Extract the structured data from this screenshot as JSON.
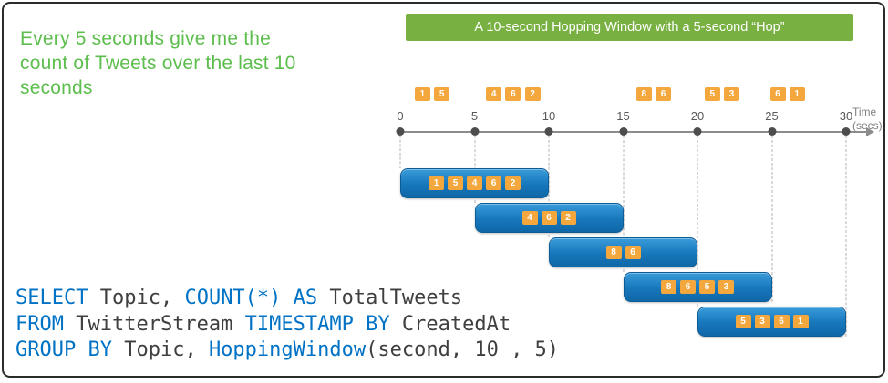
{
  "description": {
    "lines": [
      "Every 5 seconds give me the",
      "count of Tweets over the last 10",
      "seconds"
    ]
  },
  "banner": {
    "label": "A 10-second Hopping Window with a 5-second “Hop”"
  },
  "timeline": {
    "ticks": [
      0,
      5,
      10,
      15,
      20,
      25,
      30
    ],
    "unit_label": "Time",
    "unit_sublabel": "(secs)"
  },
  "events": [
    {
      "value": "1",
      "time": 1.5
    },
    {
      "value": "5",
      "time": 2.8
    },
    {
      "value": "4",
      "time": 6.3
    },
    {
      "value": "6",
      "time": 7.6
    },
    {
      "value": "2",
      "time": 8.9
    },
    {
      "value": "8",
      "time": 16.4
    },
    {
      "value": "6",
      "time": 17.7
    },
    {
      "value": "5",
      "time": 21.0
    },
    {
      "value": "3",
      "time": 22.3
    },
    {
      "value": "6",
      "time": 25.4
    },
    {
      "value": "1",
      "time": 26.7
    }
  ],
  "windows": [
    {
      "start": 0,
      "end": 10,
      "values": [
        "1",
        "5",
        "4",
        "6",
        "2"
      ]
    },
    {
      "start": 5,
      "end": 15,
      "values": [
        "4",
        "6",
        "2"
      ]
    },
    {
      "start": 10,
      "end": 20,
      "values": [
        "8",
        "6"
      ]
    },
    {
      "start": 15,
      "end": 25,
      "values": [
        "8",
        "6",
        "5",
        "3"
      ]
    },
    {
      "start": 20,
      "end": 30,
      "values": [
        "5",
        "3",
        "6",
        "1"
      ]
    }
  ],
  "code": {
    "lines": [
      [
        {
          "text": "SELECT",
          "kw": true
        },
        {
          "text": " Topic, ",
          "kw": false
        },
        {
          "text": "COUNT(*)",
          "kw": true
        },
        {
          "text": " ",
          "kw": false
        },
        {
          "text": "AS",
          "kw": true
        },
        {
          "text": " TotalTweets",
          "kw": false
        }
      ],
      [
        {
          "text": "FROM",
          "kw": true
        },
        {
          "text": " TwitterStream ",
          "kw": false
        },
        {
          "text": "TIMESTAMP BY",
          "kw": true
        },
        {
          "text": " CreatedAt",
          "kw": false
        }
      ],
      [
        {
          "text": "GROUP BY",
          "kw": true
        },
        {
          "text": " Topic, ",
          "kw": false
        },
        {
          "text": "HoppingWindow",
          "kw": true
        },
        {
          "text": "(second, 10 , 5)",
          "kw": false
        }
      ]
    ]
  },
  "colors": {
    "accent_green": "#5CBE4C",
    "banner_green": "#78B042",
    "event_orange": "#F3A73C",
    "keyword_blue": "#0072C6",
    "code_gray": "#3F3F3F"
  }
}
